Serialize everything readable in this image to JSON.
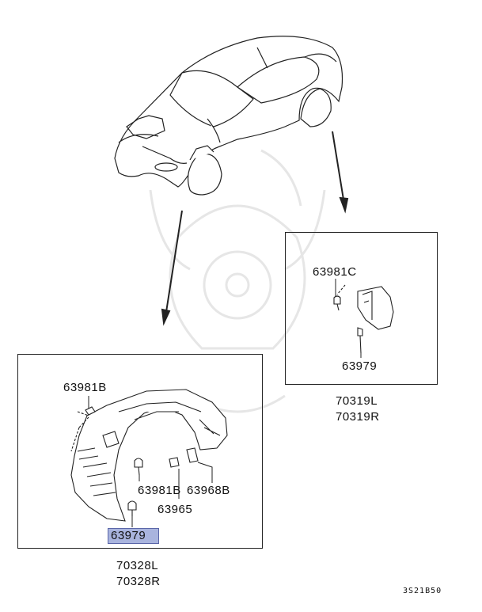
{
  "callouts": {
    "right_mudguard": {
      "part1": "63981C",
      "part2": "63979",
      "assy_left": "70319L",
      "assy_right": "70319R"
    },
    "left_liner": {
      "screw_top": "63981B",
      "screw_mid": "63981B",
      "clip": "63965",
      "nut": "63968B",
      "grommet_highlighted": "63979",
      "assy_left": "70328L",
      "assy_right": "70328R"
    }
  },
  "diagram_code": "3S21B50",
  "colors": {
    "line": "#222222",
    "highlight": "#a9b4de",
    "watermark": "#e6e6e6"
  }
}
